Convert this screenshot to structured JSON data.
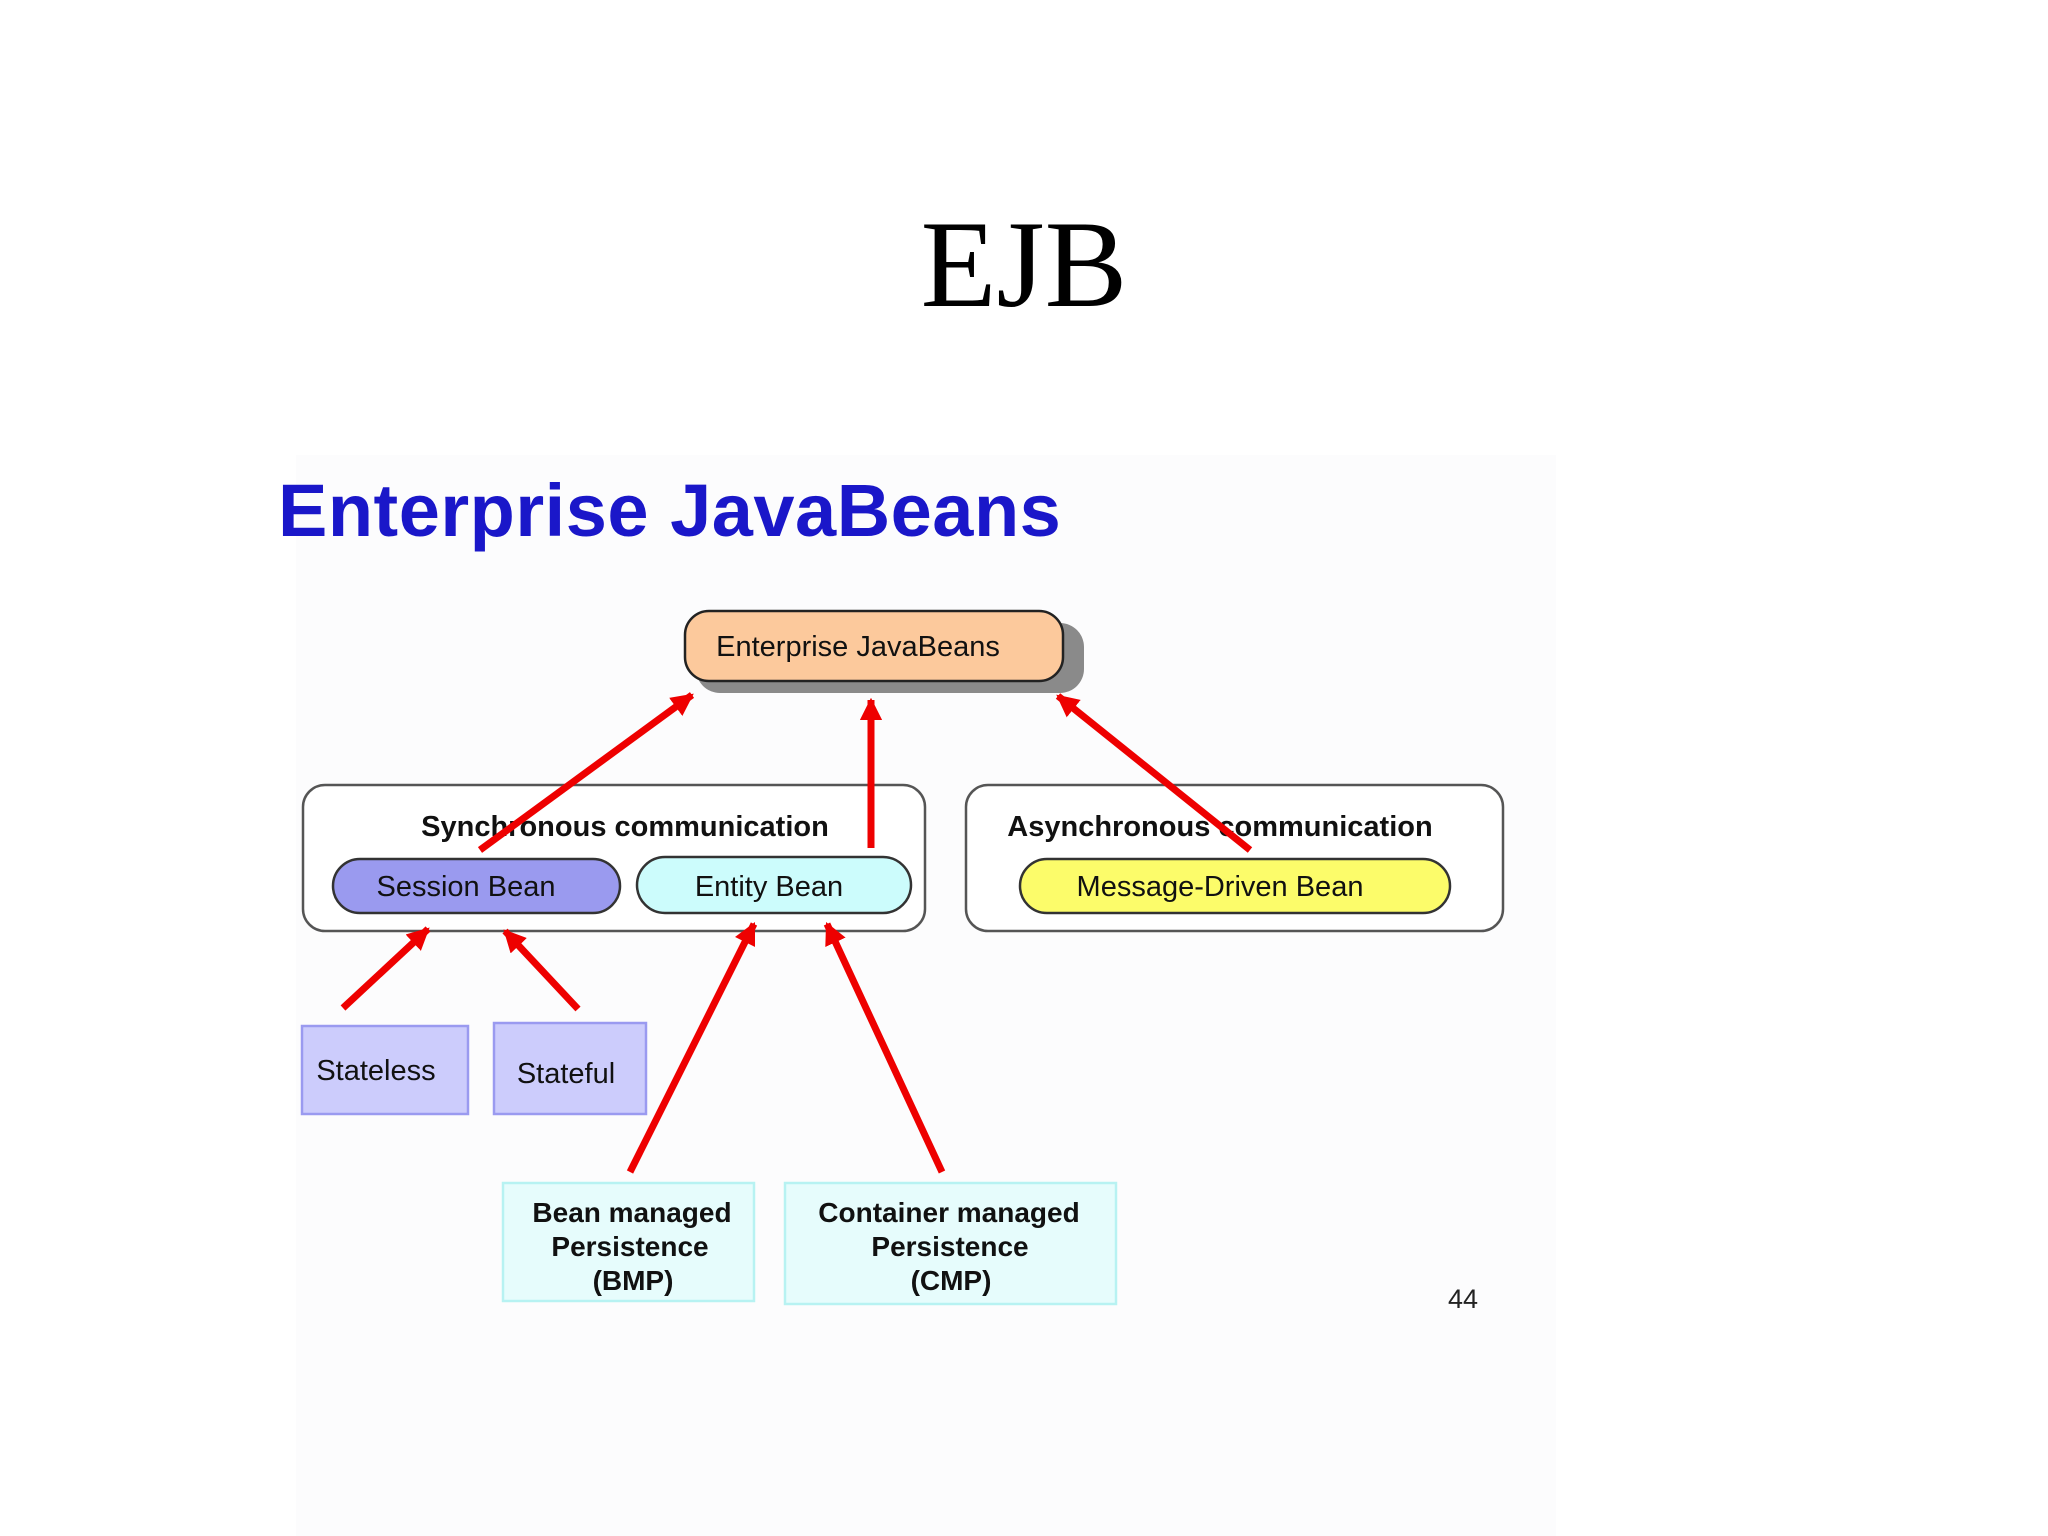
{
  "slide": {
    "title": "EJB",
    "page_number": "44"
  },
  "diagram": {
    "heading": "Enterprise JavaBeans",
    "root": "Enterprise JavaBeans",
    "groups": {
      "synchronous": "Synchronous communication",
      "asynchronous": "Asynchronous communication"
    },
    "beans": {
      "session": "Session Bean",
      "entity": "Entity Bean",
      "message_driven": "Message-Driven Bean"
    },
    "session_types": {
      "stateless": "Stateless",
      "stateful": "Stateful"
    },
    "persistence": {
      "bmp": [
        "Bean managed",
        "Persistence",
        "(BMP)"
      ],
      "cmp": [
        "Container managed",
        "Persistence",
        "(CMP)"
      ]
    }
  },
  "colors": {
    "heading": "#1a17c9",
    "root_fill": "#fcc99c",
    "session_fill": "#9a9aef",
    "entity_fill": "#ccfcfc",
    "mdb_fill": "#fcfc6a",
    "session_type_fill": "#ccccfc",
    "session_type_border": "#9a9af0",
    "persistence_fill": "#e6fcfc",
    "persistence_border": "#b7f2f2",
    "arrow": "#ee0000"
  }
}
